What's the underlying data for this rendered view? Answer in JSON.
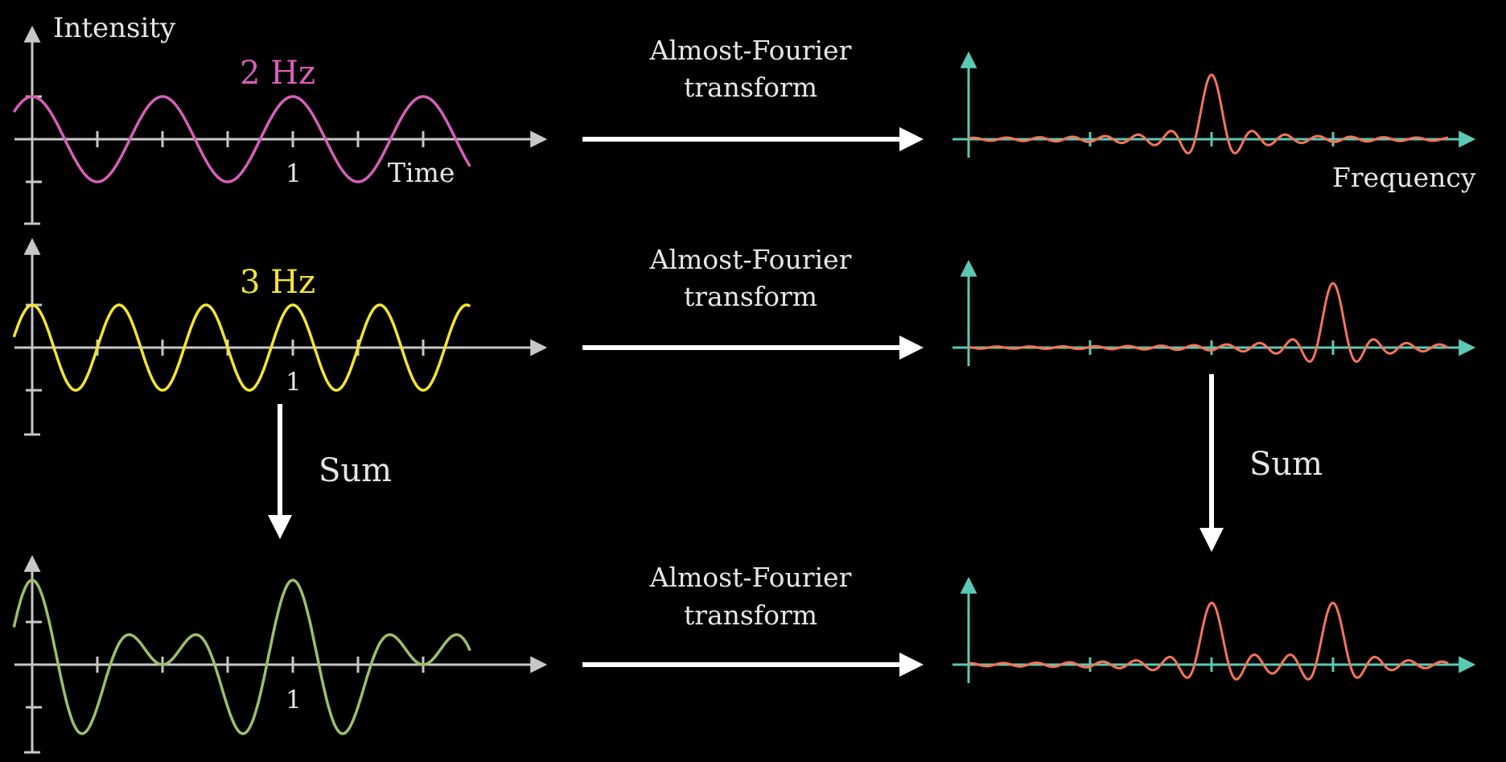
{
  "colors": {
    "background": "#000000",
    "axis": "#c8c8c8",
    "text": "#e6e6e6",
    "arrow": "#ffffff",
    "freq_axis": "#5cc9b4",
    "wave_2hz": "#d65fb8",
    "wave_3hz": "#f2e630",
    "wave_sum": "#9dbf6a",
    "transform": "#f2765a"
  },
  "labels": {
    "intensity": "Intensity",
    "time": "Time",
    "frequency": "Frequency",
    "transform_line1": "Almost-Fourier",
    "transform_line2": "transform",
    "sum": "Sum",
    "tick_one": "1"
  },
  "rows": [
    {
      "id": "row-2hz",
      "signal_label": "2 Hz",
      "frequencies_hz": [
        2
      ],
      "peaks_hz": [
        2
      ]
    },
    {
      "id": "row-3hz",
      "signal_label": "3 Hz",
      "frequencies_hz": [
        3
      ],
      "peaks_hz": [
        3
      ]
    },
    {
      "id": "row-sum",
      "signal_label": "",
      "frequencies_hz": [
        2,
        3
      ],
      "peaks_hz": [
        2,
        3
      ]
    }
  ]
}
